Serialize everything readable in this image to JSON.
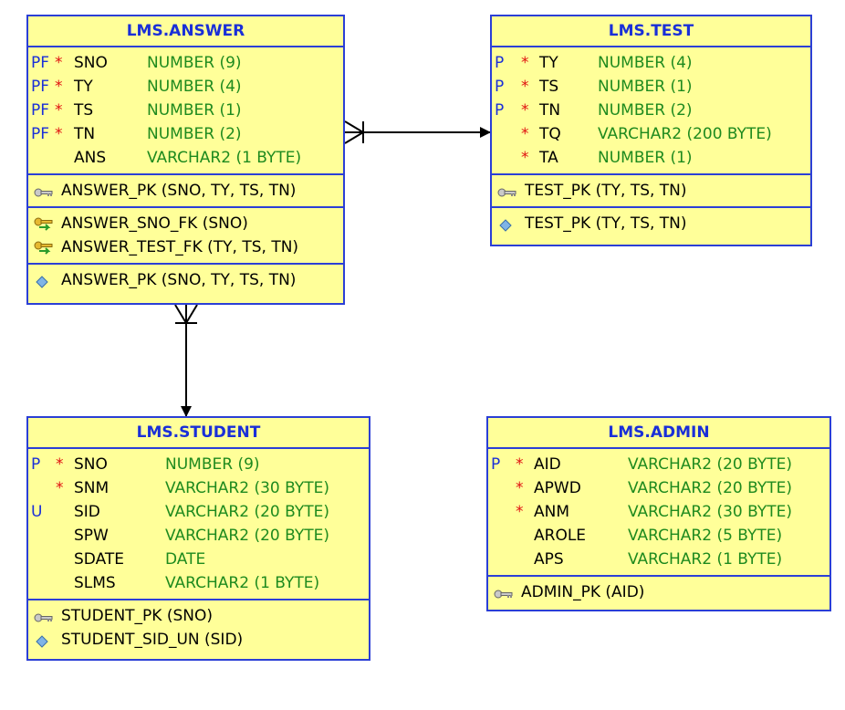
{
  "tables": {
    "answer": {
      "title": "LMS.ANSWER",
      "columns": [
        {
          "flag": "PF",
          "required": "*",
          "name": "SNO",
          "type": "NUMBER (9)"
        },
        {
          "flag": "PF",
          "required": "*",
          "name": "TY",
          "type": "NUMBER (4)"
        },
        {
          "flag": "PF",
          "required": "*",
          "name": "TS",
          "type": "NUMBER (1)"
        },
        {
          "flag": "PF",
          "required": "*",
          "name": "TN",
          "type": "NUMBER (2)"
        },
        {
          "flag": "",
          "required": "",
          "name": "ANS",
          "type": "VARCHAR2 (1 BYTE)"
        }
      ],
      "primary_keys": [
        "ANSWER_PK (SNO, TY, TS, TN)"
      ],
      "foreign_keys": [
        "ANSWER_SNO_FK (SNO)",
        "ANSWER_TEST_FK (TY, TS, TN)"
      ],
      "indexes": [
        "ANSWER_PK (SNO, TY, TS, TN)"
      ]
    },
    "test": {
      "title": "LMS.TEST",
      "columns": [
        {
          "flag": "P",
          "required": "*",
          "name": "TY",
          "type": "NUMBER (4)"
        },
        {
          "flag": "P",
          "required": "*",
          "name": "TS",
          "type": "NUMBER (1)"
        },
        {
          "flag": "P",
          "required": "*",
          "name": "TN",
          "type": "NUMBER (2)"
        },
        {
          "flag": "",
          "required": "*",
          "name": "TQ",
          "type": "VARCHAR2 (200 BYTE)"
        },
        {
          "flag": "",
          "required": "*",
          "name": "TA",
          "type": "NUMBER (1)"
        }
      ],
      "primary_keys": [
        "TEST_PK (TY, TS, TN)"
      ],
      "indexes": [
        "TEST_PK (TY, TS, TN)"
      ]
    },
    "student": {
      "title": "LMS.STUDENT",
      "columns": [
        {
          "flag": "P",
          "required": "*",
          "name": "SNO",
          "type": "NUMBER (9)"
        },
        {
          "flag": "",
          "required": "*",
          "name": "SNM",
          "type": "VARCHAR2 (30 BYTE)"
        },
        {
          "flag": "U",
          "required": "",
          "name": "SID",
          "type": "VARCHAR2 (20 BYTE)"
        },
        {
          "flag": "",
          "required": "",
          "name": "SPW",
          "type": "VARCHAR2 (20 BYTE)"
        },
        {
          "flag": "",
          "required": "",
          "name": "SDATE",
          "type": "DATE"
        },
        {
          "flag": "",
          "required": "",
          "name": "SLMS",
          "type": "VARCHAR2 (1 BYTE)"
        }
      ],
      "keys": [
        {
          "icon": "primary-key-icon",
          "label": "STUDENT_PK (SNO)"
        },
        {
          "icon": "unique-index-icon",
          "label": "STUDENT_SID_UN (SID)"
        }
      ]
    },
    "admin": {
      "title": "LMS.ADMIN",
      "columns": [
        {
          "flag": "P",
          "required": "*",
          "name": "AID",
          "type": "VARCHAR2 (20 BYTE)"
        },
        {
          "flag": "",
          "required": "*",
          "name": "APWD",
          "type": "VARCHAR2 (20 BYTE)"
        },
        {
          "flag": "",
          "required": "*",
          "name": "ANM",
          "type": "VARCHAR2 (30 BYTE)"
        },
        {
          "flag": "",
          "required": "",
          "name": "AROLE",
          "type": "VARCHAR2 (5 BYTE)"
        },
        {
          "flag": "",
          "required": "",
          "name": "APS",
          "type": "VARCHAR2 (1 BYTE)"
        }
      ],
      "primary_keys": [
        "ADMIN_PK (AID)"
      ]
    }
  },
  "relationships": [
    {
      "from": "LMS.ANSWER",
      "to": "LMS.TEST",
      "cardinality": "many-to-one"
    },
    {
      "from": "LMS.ANSWER",
      "to": "LMS.STUDENT",
      "cardinality": "many-to-one"
    }
  ],
  "colors": {
    "table_fill": "#ffff99",
    "table_border": "#2b3fd6",
    "title_text": "#1a2fd8",
    "type_text": "#1e8a1e",
    "required_star": "#e01010"
  },
  "icons": [
    "primary-key-icon",
    "foreign-key-icon",
    "index-icon",
    "unique-index-icon"
  ]
}
